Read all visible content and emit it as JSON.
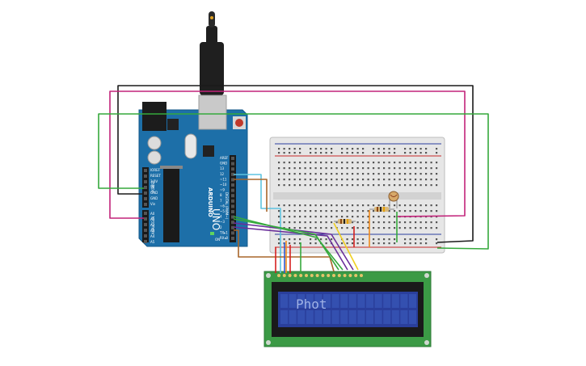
{
  "board": {
    "brand": "ARDUINO",
    "model": "UNO",
    "digital_header": "DIGITAL (PWM~)",
    "power_header": "POWER",
    "analog_header": "ANALOG IN",
    "on_label": "ON",
    "pin_labels_top": [
      "AREF",
      "GND",
      "13",
      "12",
      "~11",
      "~10",
      "~9",
      "8",
      "7",
      "~6",
      "~5",
      "4",
      "~3",
      "2",
      "TX▸1",
      "RX◂0"
    ],
    "power_pins": [
      "IOREF",
      "RESET",
      "3.3V",
      "5V",
      "GND",
      "GND",
      "Vin"
    ],
    "analog_pins": [
      "A0",
      "A1",
      "A2",
      "A3",
      "A4",
      "A5"
    ]
  },
  "lcd": {
    "text": "Phot"
  },
  "colors": {
    "board": "#1d6fa8",
    "breadboard": "#e6e6e6",
    "lcd_pcb": "#3b9a45",
    "lcd_screen": "#2a3f9c",
    "wire_black": "#1a1a1a",
    "wire_magenta": "#c2237a",
    "wire_green": "#35a93c",
    "wire_cyan": "#5ec4e0",
    "wire_brown": "#a8662a",
    "wire_purple": "#6a2e9a",
    "wire_orange": "#f08a1a",
    "wire_red": "#d62020",
    "wire_yellow": "#f0d020"
  }
}
